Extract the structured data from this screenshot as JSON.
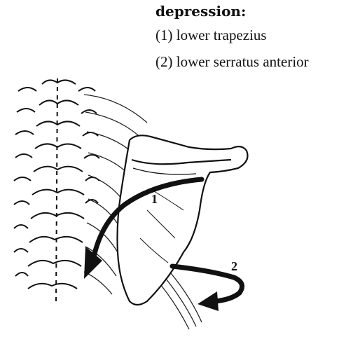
{
  "title": "depression:",
  "items": [
    {
      "text": "(1) lower trapezius"
    },
    {
      "text": "(2) lower serratus anterior"
    }
  ],
  "arrow_labels": [
    "1",
    "2"
  ],
  "colors": {
    "ink": "#111111",
    "background": "#ffffff"
  }
}
